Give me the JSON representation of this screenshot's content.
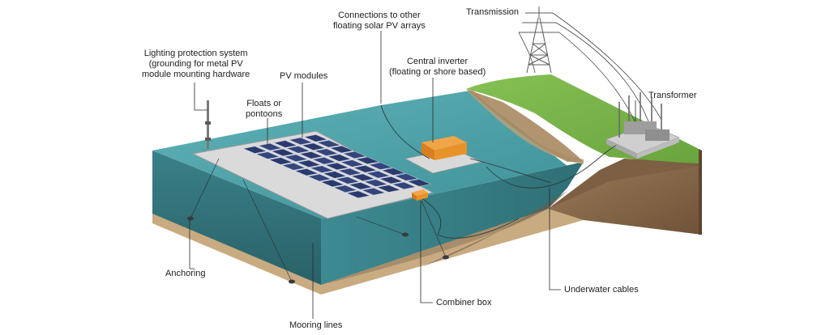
{
  "labels": {
    "transmission": "Transmission",
    "connections": [
      "Connections to other",
      "floating solar PV arrays"
    ],
    "lighting": [
      "Lighting protection system",
      "(grounding for metal PV",
      "module mounting hardware"
    ],
    "pv_modules": "PV modules",
    "central_inverter": [
      "Central inverter",
      "(floating or shore based)"
    ],
    "floats": [
      "Floats or",
      "pontoons"
    ],
    "transformer": "Transformer",
    "anchoring": "Anchoring",
    "combiner_box": "Combiner box",
    "underwater_cables": "Underwater cables",
    "mooring_lines": "Mooring lines"
  },
  "colors": {
    "water_surface": "#4a9fa6",
    "water_side": "#2f6f75",
    "grass": "#79b34a",
    "soil": "#8b6c4e",
    "panel": "#2f3f73",
    "float": "#d9d9d9",
    "inverter": "#e8922a"
  }
}
